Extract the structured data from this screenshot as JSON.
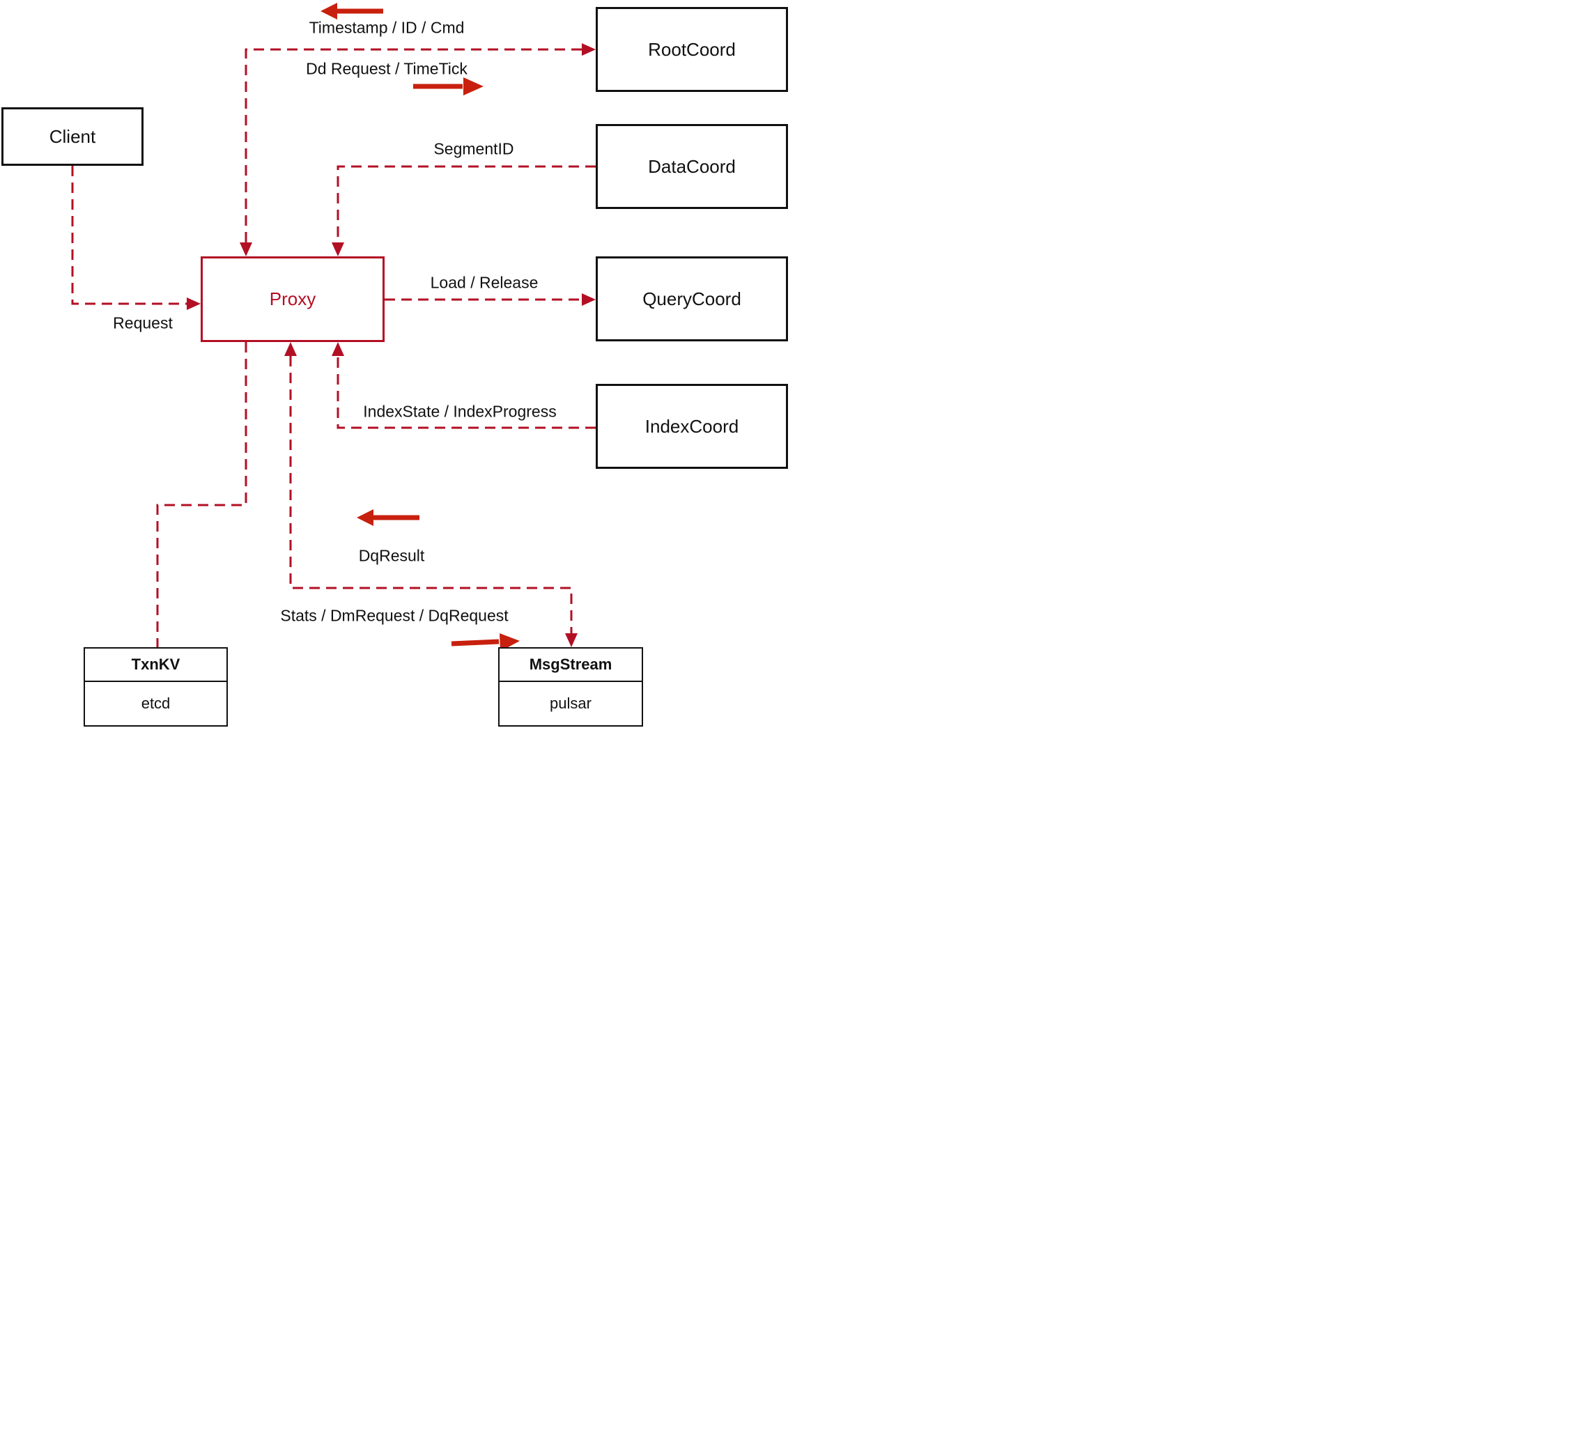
{
  "nodes": {
    "client": {
      "label": "Client"
    },
    "proxy": {
      "label": "Proxy"
    },
    "root_coord": {
      "label": "RootCoord"
    },
    "data_coord": {
      "label": "DataCoord"
    },
    "query_coord": {
      "label": "QueryCoord"
    },
    "index_coord": {
      "label": "IndexCoord"
    },
    "txn_kv": {
      "title": "TxnKV",
      "subtitle": "etcd"
    },
    "msg_stream": {
      "title": "MsgStream",
      "subtitle": "pulsar"
    }
  },
  "edge_labels": {
    "timestamp_id_cmd": "Timestamp / ID / Cmd",
    "dd_request_timetick": "Dd Request / TimeTick",
    "segment_id": "SegmentID",
    "request": "Request",
    "load_release": "Load / Release",
    "index_state_progress": "IndexState / IndexProgress",
    "dq_result": "DqResult",
    "stats_dm_dq_request": "Stats / DmRequest / DqRequest"
  },
  "colors": {
    "connector": "#b30f24",
    "annotation_arrow": "#c8200e",
    "box_border": "#111111",
    "proxy_accent": "#b30f24"
  }
}
